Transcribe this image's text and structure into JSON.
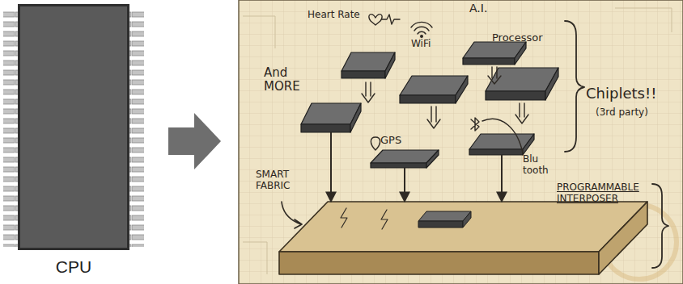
{
  "diagram": {
    "nodes": [
      {
        "text": [
          "CPU"
        ]
      },
      {
        "text": [
          "Heart Rate"
        ]
      },
      {
        "text": [
          "A.I."
        ]
      },
      {
        "text": [
          "And MORE"
        ]
      },
      {
        "text": [
          "WiFi"
        ]
      },
      {
        "text": [
          "Processor"
        ]
      },
      {
        "text": [
          "GPS"
        ]
      },
      {
        "text": [
          "Blu tooth"
        ]
      },
      {
        "text": [
          "PROGRAMMABLE INTERPOSER"
        ]
      }
    ],
    "edges": [
      {
        "from": 3,
        "to": 8,
        "arrow": "to"
      },
      {
        "from": 6,
        "to": 8,
        "arrow": "to"
      },
      {
        "from": 7,
        "to": 8,
        "arrow": "to"
      }
    ],
    "labels": [
      "Chiplets!!",
      "(3rd party)",
      "SMART FABRIC"
    ]
  }
}
